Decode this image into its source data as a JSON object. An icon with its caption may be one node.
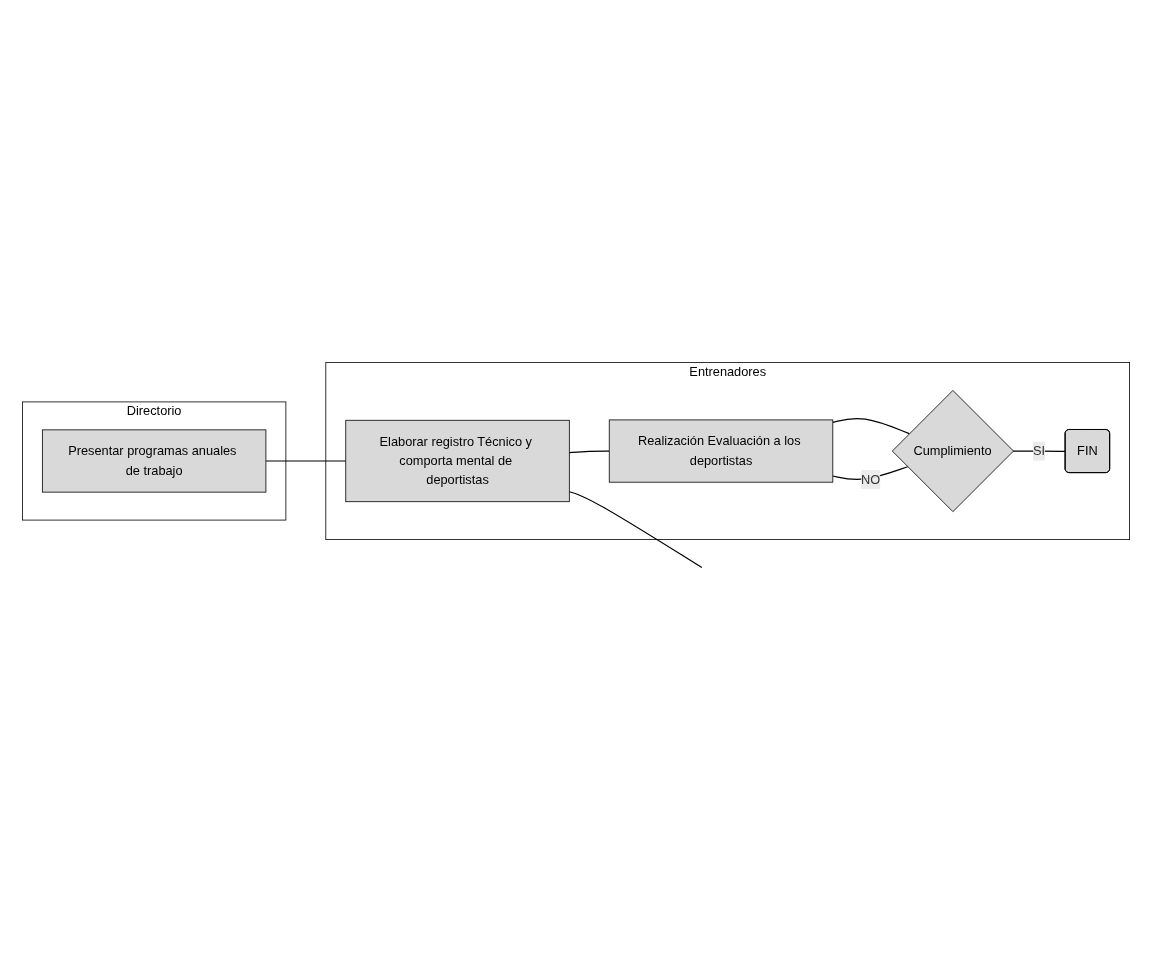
{
  "diagram": {
    "nodes": [
      {
        "text": [
          "Directorio"
        ]
      },
      {
        "text": [
          "Presentar programas anuales de trabajo"
        ],
        "in": 0
      },
      {
        "text": [
          "Entrenadores"
        ]
      },
      {
        "text": [
          "Elaborar registro Técnico y comporta mental de deportistas"
        ],
        "in": 2
      },
      {
        "text": [
          "Realización Evaluación a los deportistas"
        ],
        "in": 2
      },
      {
        "text": [
          "Cumplimiento"
        ],
        "in": 2
      },
      {
        "text": [
          "FIN"
        ],
        "in": 2
      }
    ],
    "edges": [
      {
        "from": 1,
        "to": 3,
        "arrow": "none"
      },
      {
        "from": 3,
        "to": null,
        "arrow": "none"
      },
      {
        "from": 3,
        "to": 4,
        "arrow": "none"
      },
      {
        "from": 4,
        "to": 5,
        "arrow": "none"
      },
      {
        "from": 5,
        "to": 4,
        "label": "NO",
        "arrow": "none"
      },
      {
        "from": 5,
        "to": 6,
        "label": "SI",
        "arrow": "none"
      }
    ]
  }
}
